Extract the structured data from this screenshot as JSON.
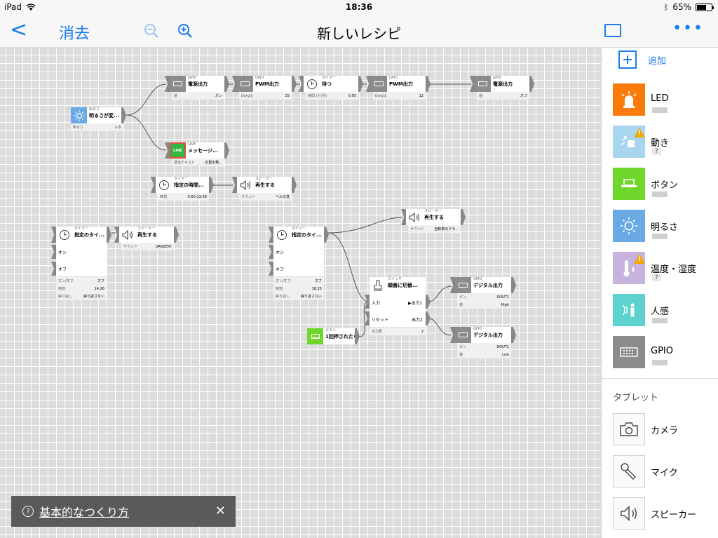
{
  "status": {
    "device": "iPad",
    "time": "18:36",
    "battery": "65%",
    "battery_level": 0.65
  },
  "nav": {
    "back": "<",
    "delete": "消去",
    "title": "新しいレシピ",
    "more": "•••"
  },
  "colors": {
    "accent": "#1a7dea",
    "led": "#fb7b0a",
    "motion": "#a8d6ee",
    "button": "#6fd62c",
    "brightness": "#6aaae4",
    "temp": "#c7b3dd",
    "human": "#5dd3cf",
    "gpio": "#8c8c8c",
    "line": "#31b843"
  },
  "nodes": {
    "gpio1": {
      "cat": "GPIO",
      "name": "電源出力",
      "k": "値",
      "v": "オン"
    },
    "pwm1": {
      "cat": "GPIO",
      "name": "PWM出力",
      "k": "Duty比",
      "v": "25"
    },
    "wait": {
      "cat": "タイマー",
      "name": "待つ",
      "k": "時間 (分:秒)",
      "v": "0:05"
    },
    "pwm2": {
      "cat": "GPIO",
      "name": "PWM出力",
      "k": "Duty比",
      "v": "12"
    },
    "gpio2": {
      "cat": "GPIO",
      "name": "電源出力",
      "k": "値",
      "v": "オフ"
    },
    "bright": {
      "cat": "明るさ",
      "name": "明るさが変...",
      "k": "明るさ",
      "v": "1-3"
    },
    "line": {
      "cat": "LINE",
      "name": "メッセージ...",
      "k": "送信テキスト",
      "v": "お菓を敷..."
    },
    "timer3": {
      "cat": "タイマー",
      "name": "指定の時間...",
      "k": "時刻",
      "v": "0:00-23:59"
    },
    "speaker3": {
      "cat": "スピーカー",
      "name": "再生する",
      "k": "サウンド",
      "v": "ベルの音"
    },
    "timer1": {
      "cat": "タイマー",
      "name": "指定のタイ...",
      "on": "オン",
      "off": "オフ",
      "rows": [
        {
          "k": "オン/オフ",
          "v": "オフ"
        },
        {
          "k": "時刻",
          "v": "14:26"
        },
        {
          "k": "繰り返し",
          "v": "繰り返さない"
        }
      ]
    },
    "speaker1": {
      "cat": "スピーカー",
      "name": "再生する",
      "k": "サウンド",
      "v": "DANZEN!"
    },
    "timer2": {
      "cat": "タイマー",
      "name": "指定のタイ...",
      "on": "オン",
      "off": "オフ",
      "rows": [
        {
          "k": "オン/オフ",
          "v": "オフ"
        },
        {
          "k": "時刻",
          "v": "18:25"
        },
        {
          "k": "繰り返し",
          "v": "繰り返さない"
        }
      ]
    },
    "speaker2": {
      "cat": "スピーカー",
      "name": "再生する",
      "k": "サウンド",
      "v": "自転車のクラ..."
    },
    "switch": {
      "cat": "スイッチ",
      "name": "順番に切替...",
      "in": "入力",
      "out1": "▶出力1",
      "reset": "リセット",
      "out2": "出力2",
      "k": "出力数",
      "v": "2"
    },
    "button": {
      "cat": "ボタン",
      "name": "1回押されたら"
    },
    "dig1": {
      "cat": "GPIO",
      "name": "デジタル出力",
      "rows": [
        {
          "k": "ピン",
          "v": "DOUT1"
        },
        {
          "k": "値",
          "v": "High"
        }
      ]
    },
    "dig2": {
      "cat": "GPIO",
      "name": "デジタル出力",
      "rows": [
        {
          "k": "ピン",
          "v": "DOUT1"
        },
        {
          "k": "値",
          "v": "Low"
        }
      ]
    }
  },
  "sidebar": {
    "add": "追加",
    "parts": [
      {
        "label": "LED",
        "icon": "led-icon"
      },
      {
        "label": "動き",
        "icon": "motion-icon",
        "badge": "?"
      },
      {
        "label": "ボタン",
        "icon": "button-icon"
      },
      {
        "label": "明るさ",
        "icon": "brightness-icon"
      },
      {
        "label": "温度・湿度",
        "icon": "thermometer-icon",
        "badge": "?"
      },
      {
        "label": "人感",
        "icon": "human-sensor-icon"
      },
      {
        "label": "GPIO",
        "icon": "gpio-icon"
      }
    ],
    "tablet_label": "タブレット",
    "tablet_parts": [
      {
        "label": "カメラ",
        "icon": "camera-icon"
      },
      {
        "label": "マイク",
        "icon": "microphone-icon"
      },
      {
        "label": "スピーカー",
        "icon": "speaker-icon"
      }
    ]
  },
  "hint": {
    "qmark": "?",
    "text": "基本的なつくり方",
    "close": "✕"
  }
}
